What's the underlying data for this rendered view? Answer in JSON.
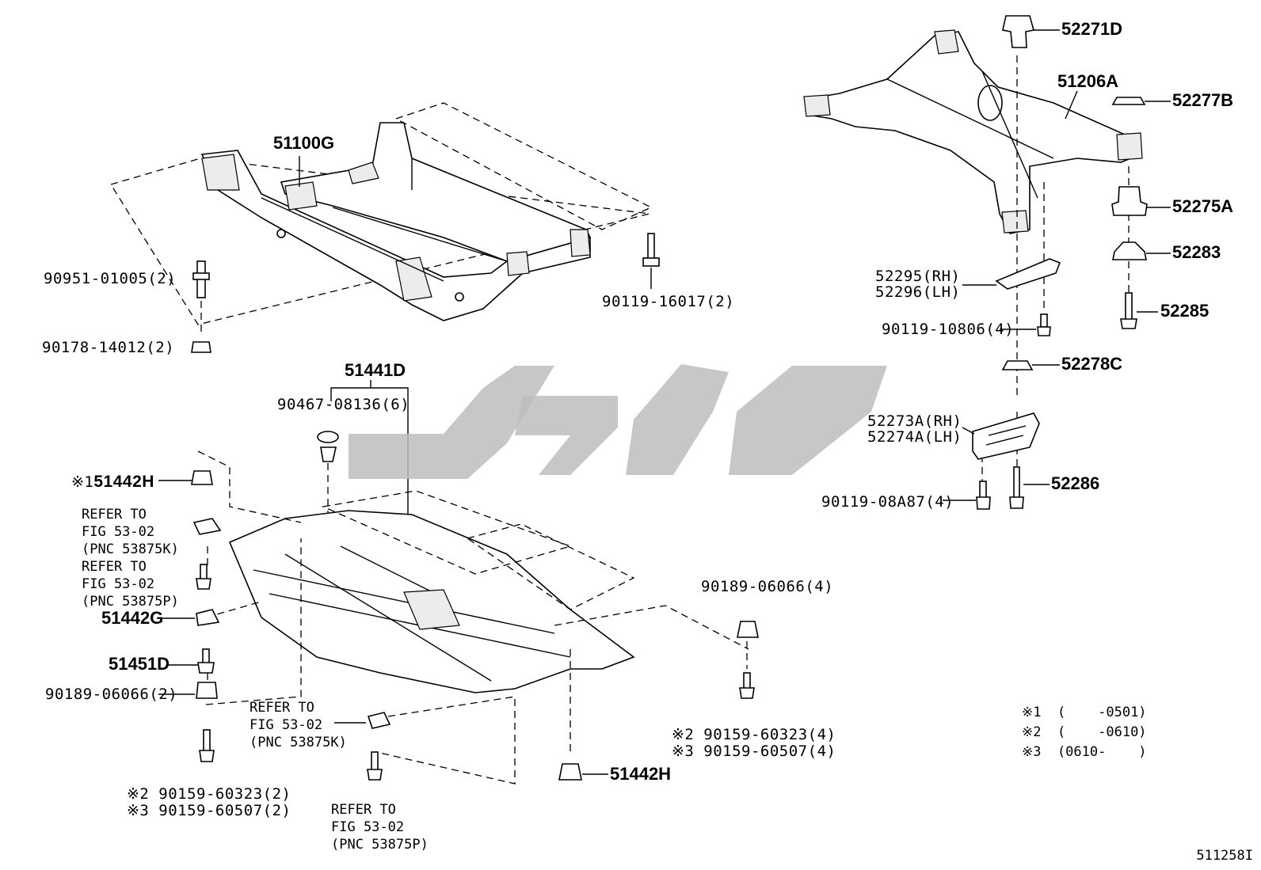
{
  "front_crossmember": {
    "part": "51100G",
    "bolt_left": "90951-01005(2)",
    "nut_left": "90178-14012(2)",
    "bolt_right": "90119-16017(2)"
  },
  "rear_crossmember": {
    "part": "51206A",
    "labels": [
      "52271D",
      "52277B",
      "52275A",
      "52283",
      "52285",
      "52278C",
      "52286"
    ],
    "arm_rh": "52295(RH)",
    "arm_lh": "52296(LH)",
    "bolt_arm": "90119-10806(4)",
    "brace_rh": "52273A(RH)",
    "brace_lh": "52274A(LH)",
    "bolt_brace": "90119-08A87(4)"
  },
  "under_cover": {
    "part": "51441D",
    "clip": "90467-08136(6)",
    "cover_hole_top": "51442H",
    "cover_hole_top_mark": "※1",
    "refer_1": [
      "REFER TO",
      "FIG 53-02",
      "(PNC 53875K)"
    ],
    "refer_2": [
      "REFER TO",
      "FIG 53-02",
      "(PNC 53875P)"
    ],
    "part_51442G": "51442G",
    "part_51451D": "51451D",
    "clip_left": "90189-06066(2)",
    "screw_left_2": "※2 90159-60323(2)",
    "screw_left_3": "※3 90159-60507(2)",
    "refer_3": [
      "REFER TO",
      "FIG 53-02",
      "(PNC 53875K)"
    ],
    "refer_4": [
      "REFER TO",
      "FIG 53-02",
      "(PNC 53875P)"
    ],
    "cover_hole_bottom": "51442H",
    "clip_right": "90189-06066(4)",
    "screw_right_2": "※2 90159-60323(4)",
    "screw_right_3": "※3 90159-60507(4)"
  },
  "legend": [
    "※1  (    -0501)",
    "※2  (    -0610)",
    "※3  (0610-    )"
  ],
  "figure_number": "511258I"
}
